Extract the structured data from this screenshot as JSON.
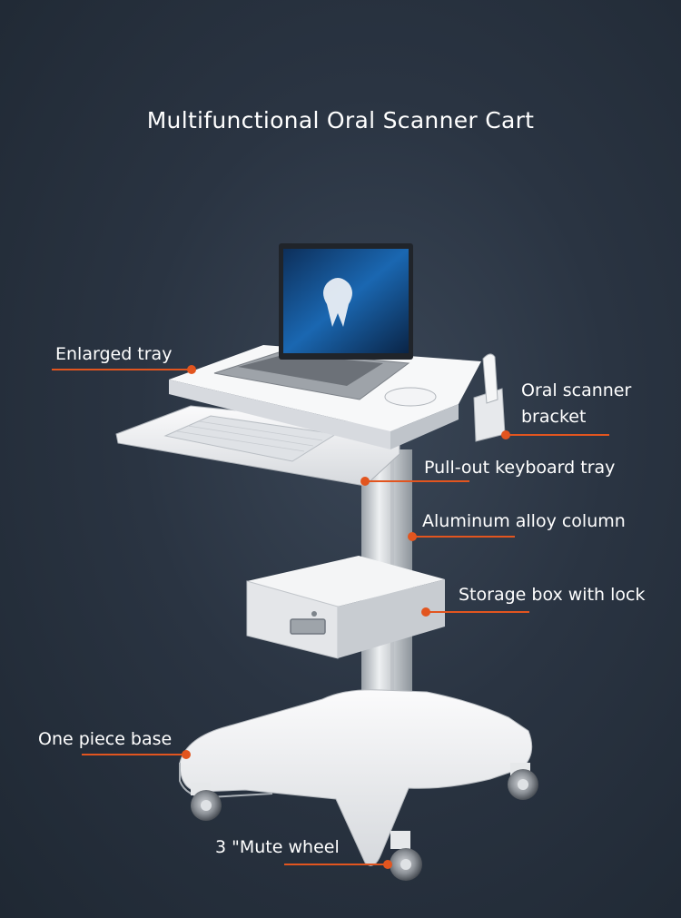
{
  "title": "Multifunctional Oral Scanner Cart",
  "colors": {
    "accent": "#e2551f",
    "background": "#2a3442",
    "text": "#ffffff"
  },
  "callouts": {
    "enlarged_tray": "Enlarged tray",
    "oral_scanner_bracket_line1": "Oral scanner",
    "oral_scanner_bracket_line2": "bracket",
    "keyboard_tray": "Pull-out keyboard tray",
    "column": "Aluminum alloy column",
    "storage_box": "Storage box with lock",
    "base": "One piece base",
    "wheel": "3 \"Mute wheel"
  }
}
